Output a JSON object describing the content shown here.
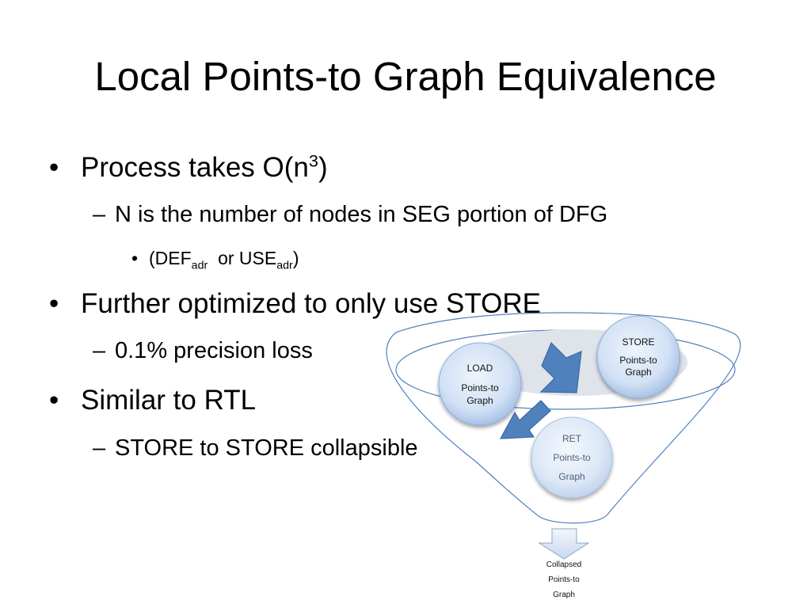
{
  "slide": {
    "title": "Local Points-to Graph Equivalence",
    "bullets": {
      "b1": {
        "text": "Process takes O(n",
        "sup": "3",
        "close": ")"
      },
      "b1_1": {
        "text": "N is the number of nodes in SEG portion of DFG"
      },
      "b1_1_1": {
        "open": "(DEF",
        "sub1": "adr",
        "mid": "or USE",
        "sub2": "adr",
        "close": ")"
      },
      "b2": {
        "text": "Further optimized to only use STORE"
      },
      "b2_1": {
        "text": "0.1% precision loss"
      },
      "b3": {
        "text": "Similar to RTL"
      },
      "b3_1": {
        "text": "STORE to STORE collapsible"
      }
    },
    "markers": {
      "level1": "•",
      "level2": "–",
      "level3": "•"
    }
  },
  "diagram": {
    "load": {
      "line1": "LOAD",
      "line2": "Points-to",
      "line3": "Graph"
    },
    "store": {
      "line1": "STORE",
      "line2": "Points-to",
      "line3": "Graph"
    },
    "ret": {
      "line1": "RET",
      "line2": "Points-to",
      "line3": "Graph"
    },
    "output": {
      "line1": "Collapsed",
      "line2": "Points-to",
      "line3": "Graph"
    },
    "colors": {
      "funnel_stroke": "#4f81bd",
      "node_fill": "#c6d9f1",
      "arrow_fill": "#4f81bd",
      "disc_fill": "#dfe3ea"
    }
  }
}
